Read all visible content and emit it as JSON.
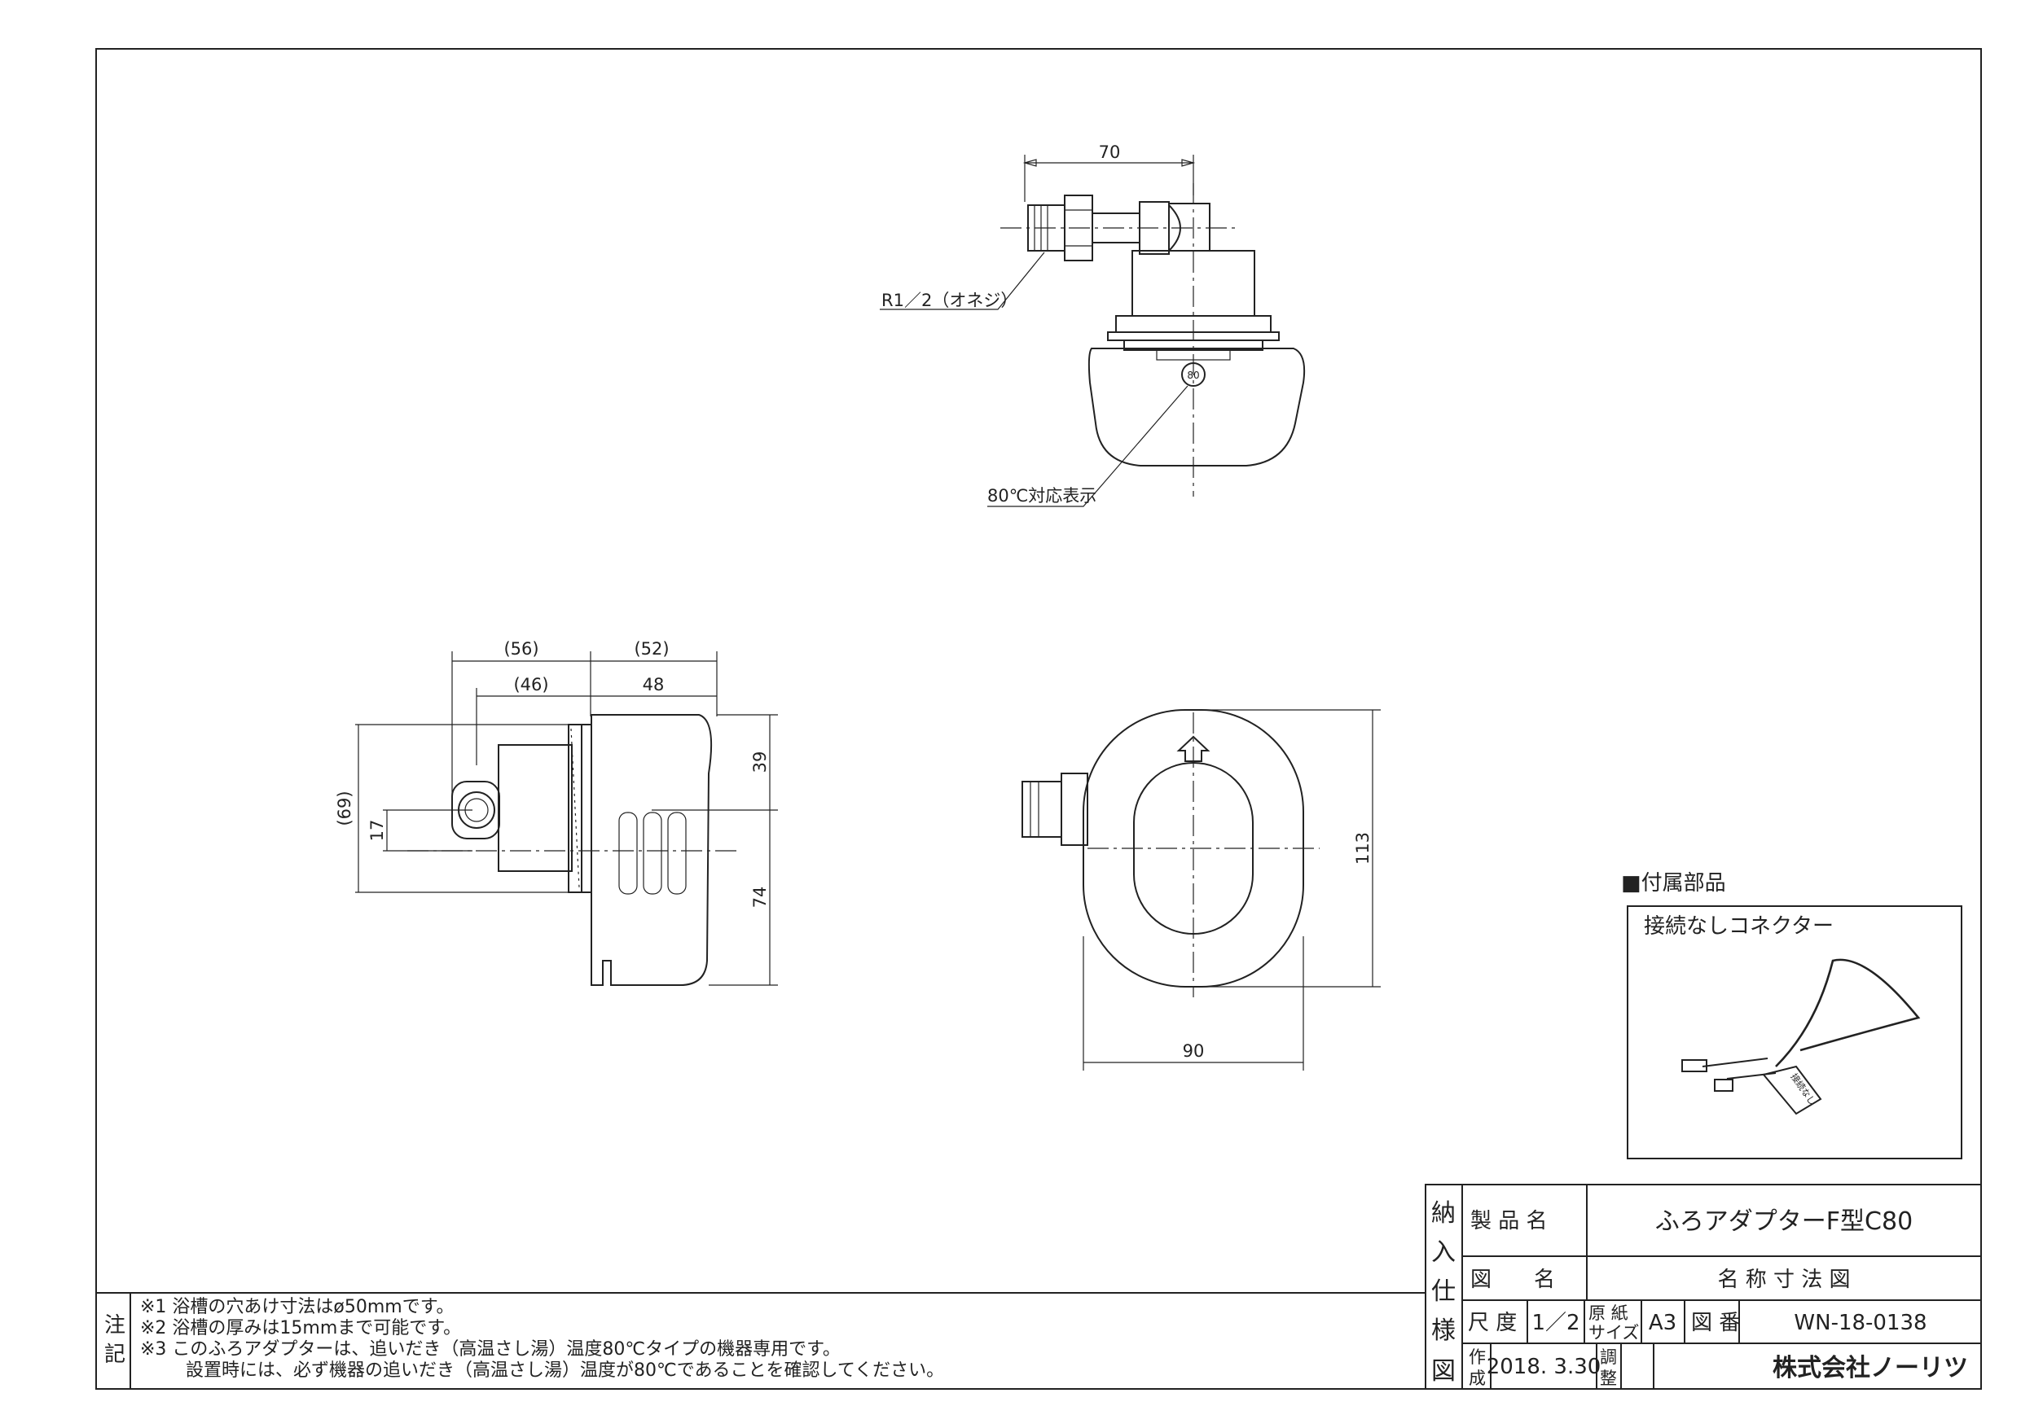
{
  "top_view": {
    "dim_width": "70",
    "thread_label": "R1／2（オネジ）",
    "badge_text": "80",
    "temp_label": "80℃対応表示"
  },
  "side_view": {
    "dim_56": "(56)",
    "dim_52": "(52)",
    "dim_46": "(46)",
    "dim_48": "48",
    "dim_69": "(69)",
    "dim_17": "17",
    "dim_39": "39",
    "dim_74": "74"
  },
  "front_view": {
    "dim_113": "113",
    "dim_90": "90"
  },
  "accessory": {
    "section_title": "■付属部品",
    "item_name": "接続なしコネクター",
    "tag_text": "接続なし"
  },
  "notes": {
    "heading_1": "注",
    "heading_2": "記",
    "lines": [
      "※1 浴槽の穴あけ寸法はø50mmです。",
      "※2 浴槽の厚みは15mmまで可能です。",
      "※3 このふろアダプターは、追いだき（高温さし湯）温度80℃タイプの機器専用です。",
      "設置時には、必ず機器の追いだき（高温さし湯）温度が80℃であることを確認してください。"
    ]
  },
  "title_block": {
    "side_label": [
      "納",
      "入",
      "仕",
      "様",
      "図"
    ],
    "product_name_label": "製 品 名",
    "product_name": "ふろアダプターF型C80",
    "drawing_name_label": "図　　名",
    "drawing_name": "名 称 寸 法 図",
    "scale_label": "尺 度",
    "scale_value": "1／2",
    "paper_label_1": "原 紙",
    "paper_label_2": "サイズ",
    "paper_value": "A3",
    "drawing_no_label": "図 番",
    "drawing_no": "WN-18-0138",
    "created_label_1": "作",
    "created_label_2": "成",
    "created_date": "2018. 3.30",
    "adjust_label_1": "調",
    "adjust_label_2": "整",
    "company": "株式会社ノーリツ"
  }
}
